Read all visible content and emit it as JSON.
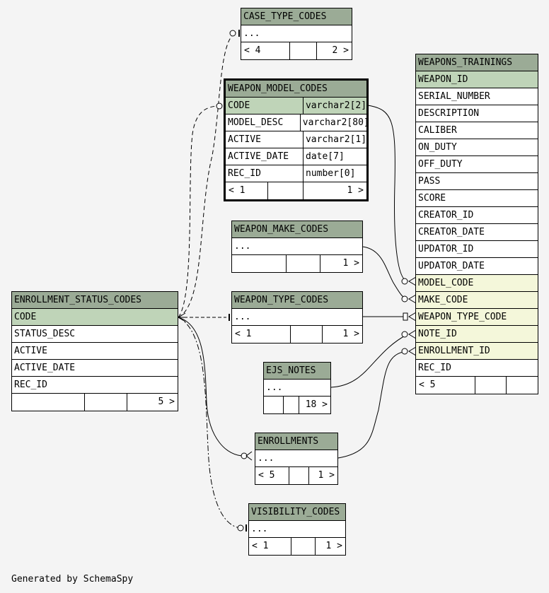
{
  "footer": "Generated by SchemaSpy",
  "tables": {
    "case_type_codes": {
      "name": "CASE_TYPE_CODES",
      "rows": [
        "..."
      ],
      "footer": [
        "< 4",
        "",
        "2 >"
      ]
    },
    "weapon_model_codes": {
      "name": "WEAPON_MODEL_CODES",
      "columns": [
        {
          "name": "CODE",
          "type": "varchar2[2]"
        },
        {
          "name": "MODEL_DESC",
          "type": "varchar2[80]"
        },
        {
          "name": "ACTIVE",
          "type": "varchar2[1]"
        },
        {
          "name": "ACTIVE_DATE",
          "type": "date[7]"
        },
        {
          "name": "REC_ID",
          "type": "number[0]"
        }
      ],
      "footer": [
        "< 1",
        "",
        "1 >"
      ]
    },
    "weapon_make_codes": {
      "name": "WEAPON_MAKE_CODES",
      "rows": [
        "..."
      ],
      "footer": [
        "",
        "",
        "1 >"
      ]
    },
    "weapon_type_codes": {
      "name": "WEAPON_TYPE_CODES",
      "rows": [
        "..."
      ],
      "footer": [
        "< 1",
        "",
        "1 >"
      ]
    },
    "ejs_notes": {
      "name": "EJS_NOTES",
      "rows": [
        "..."
      ],
      "footer": [
        "",
        "",
        "18 >"
      ]
    },
    "enrollments": {
      "name": "ENROLLMENTS",
      "rows": [
        "..."
      ],
      "footer": [
        "< 5",
        "",
        "1 >"
      ]
    },
    "visibility_codes": {
      "name": "VISIBILITY_CODES",
      "rows": [
        "..."
      ],
      "footer": [
        "< 1",
        "",
        "1 >"
      ]
    },
    "enrollment_status_codes": {
      "name": "ENROLLMENT_STATUS_CODES",
      "rows": [
        "CODE",
        "STATUS_DESC",
        "ACTIVE",
        "ACTIVE_DATE",
        "REC_ID"
      ],
      "footer": [
        "",
        "",
        "5 >"
      ]
    },
    "weapons_trainings": {
      "name": "WEAPONS_TRAININGS",
      "rows": [
        "WEAPON_ID",
        "SERIAL_NUMBER",
        "DESCRIPTION",
        "CALIBER",
        "ON_DUTY",
        "OFF_DUTY",
        "PASS",
        "SCORE",
        "CREATOR_ID",
        "CREATOR_DATE",
        "UPDATOR_ID",
        "UPDATOR_DATE",
        "MODEL_CODE",
        "MAKE_CODE",
        "WEAPON_TYPE_CODE",
        "NOTE_ID",
        "ENROLLMENT_ID",
        "REC_ID"
      ],
      "footer": [
        "< 5",
        "",
        ""
      ]
    }
  }
}
